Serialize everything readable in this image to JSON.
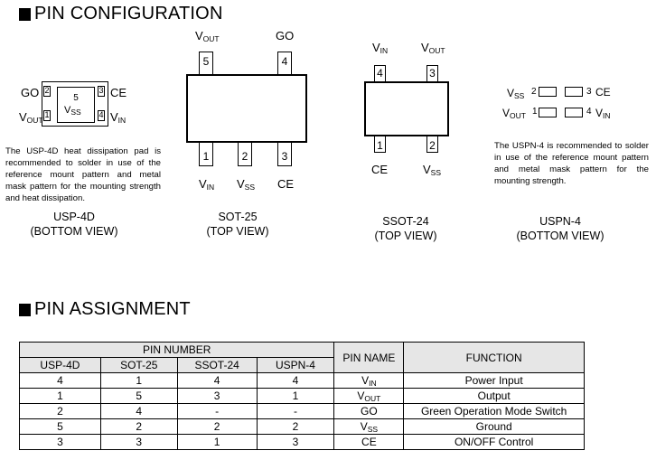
{
  "sections": {
    "pin_config_title": "PIN CONFIGURATION",
    "pin_assign_title": "PIN ASSIGNMENT"
  },
  "usp4d": {
    "name": "USP-4D",
    "view": "(BOTTOM VIEW)",
    "pad_number": "5",
    "pad_label": "Vss",
    "left_pins": [
      {
        "num": "2",
        "label": "GO"
      },
      {
        "num": "1",
        "label": "VOUT"
      }
    ],
    "right_pins": [
      {
        "num": "3",
        "label": "CE"
      },
      {
        "num": "4",
        "label": "VIN"
      }
    ],
    "note": "The USP-4D heat dissipation pad is recommended to solder in use of the reference mount pattern and metal mask pattern for the mounting strength and heat dissipation."
  },
  "sot25": {
    "name": "SOT-25",
    "view": "(TOP VIEW)",
    "top_pins": [
      {
        "num": "5",
        "label": "VOUT"
      },
      {
        "num": "4",
        "label": "GO"
      }
    ],
    "bottom_pins": [
      {
        "num": "1",
        "label": "VIN"
      },
      {
        "num": "2",
        "label": "VSS"
      },
      {
        "num": "3",
        "label": "CE"
      }
    ]
  },
  "ssot24": {
    "name": "SSOT-24",
    "view": "(TOP VIEW)",
    "top_pins": [
      {
        "num": "4",
        "label": "VIN"
      },
      {
        "num": "3",
        "label": "VOUT"
      }
    ],
    "bottom_pins": [
      {
        "num": "1",
        "label": "CE"
      },
      {
        "num": "2",
        "label": "VSS"
      }
    ]
  },
  "uspn4": {
    "name": "USPN-4",
    "view": "(BOTTOM VIEW)",
    "rows": [
      {
        "left_label": "VSS",
        "left_num": "2",
        "right_num": "3",
        "right_label": "CE"
      },
      {
        "left_label": "VOUT",
        "left_num": "1",
        "right_num": "4",
        "right_label": "VIN"
      }
    ],
    "note": "The USPN-4 is recommended to solder in use of the reference mount pattern and metal mask pattern for the mounting strength."
  },
  "table": {
    "group_header": "PIN NUMBER",
    "sub_headers": [
      "USP-4D",
      "SOT-25",
      "SSOT-24",
      "USPN-4"
    ],
    "pin_name_header": "PIN NAME",
    "function_header": "FUNCTION",
    "rows": [
      {
        "usp4d": "4",
        "sot25": "1",
        "ssot24": "4",
        "uspn4": "4",
        "name": "VIN",
        "function": "Power Input"
      },
      {
        "usp4d": "1",
        "sot25": "5",
        "ssot24": "3",
        "uspn4": "1",
        "name": "VOUT",
        "function": "Output"
      },
      {
        "usp4d": "2",
        "sot25": "4",
        "ssot24": "-",
        "uspn4": "-",
        "name": "GO",
        "function": "Green Operation Mode Switch"
      },
      {
        "usp4d": "5",
        "sot25": "2",
        "ssot24": "2",
        "uspn4": "2",
        "name": "VSS",
        "function": "Ground"
      },
      {
        "usp4d": "3",
        "sot25": "3",
        "ssot24": "1",
        "uspn4": "3",
        "name": "CE",
        "function": "ON/OFF Control"
      }
    ]
  }
}
